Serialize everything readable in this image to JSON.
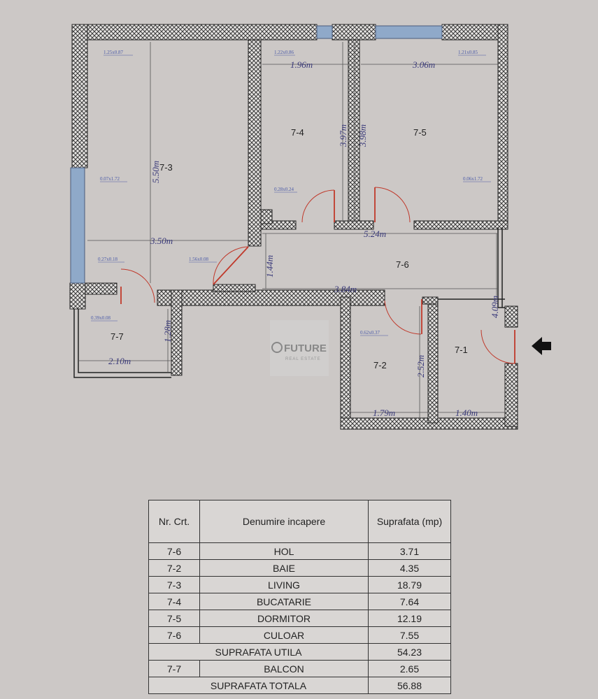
{
  "rooms": {
    "r73": "7-3",
    "r74": "7-4",
    "r75": "7-5",
    "r76": "7-6",
    "r77": "7-7",
    "r72": "7-2",
    "r71": "7-1"
  },
  "dims": {
    "d196": "1.96m",
    "d306": "3.06m",
    "d397": "3.97m",
    "d398": "3.98m",
    "d550": "5.50m",
    "d350": "3.50m",
    "d524": "5.24m",
    "d144": "1.44m",
    "d384": "3.84m",
    "d409": "4.09m",
    "d128": "1.28m",
    "d210": "2.10m",
    "d252": "2.52m",
    "d179": "1.79m",
    "d140": "1.40m"
  },
  "windows": {
    "w1": "1.25x0.87",
    "w2": "1.22x0.86",
    "w3": "1.21x0.85",
    "w4": "0.07x1.72",
    "w5": "0.06x1.72",
    "w6": "0.28x0.24",
    "w7": "0.27x0.18",
    "w8": "1.56x0.08",
    "w9": "0.39x0.08",
    "w10": "0.62x0.37"
  },
  "logo": {
    "title": "FUTURE",
    "subtitle": "REAL ESTATE"
  },
  "colors": {
    "wall_hatch": "#3a3a3a",
    "door": "#c0392b",
    "window": "#8fa9c9",
    "arrow": "#111111"
  },
  "table": {
    "headers": {
      "nr": "Nr. Crt.",
      "name": "Denumire incapere",
      "area": "Suprafata (mp)"
    },
    "rows": [
      {
        "nr": "7-6",
        "name": "HOL",
        "area": "3.71"
      },
      {
        "nr": "7-2",
        "name": "BAIE",
        "area": "4.35"
      },
      {
        "nr": "7-3",
        "name": "LIVING",
        "area": "18.79"
      },
      {
        "nr": "7-4",
        "name": "BUCATARIE",
        "area": "7.64"
      },
      {
        "nr": "7-5",
        "name": "DORMITOR",
        "area": "12.19"
      },
      {
        "nr": "7-6",
        "name": "CULOAR",
        "area": "7.55"
      }
    ],
    "util": {
      "label": "SUPRAFATA UTILA",
      "area": "54.23"
    },
    "balcon": {
      "nr": "7-7",
      "name": "BALCON",
      "area": "2.65"
    },
    "total": {
      "label": "SUPRAFATA TOTALA",
      "area": "56.88"
    }
  }
}
